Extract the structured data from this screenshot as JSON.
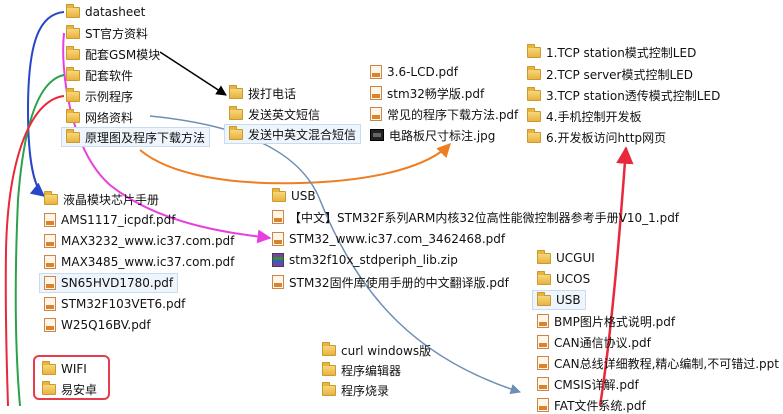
{
  "tree_root": [
    {
      "label": "datasheet",
      "icon": "folder-icon"
    },
    {
      "label": "ST官方资料",
      "icon": "folder-icon"
    },
    {
      "label": "配套GSM模块",
      "icon": "folder-icon"
    },
    {
      "label": "配套软件",
      "icon": "folder-icon"
    },
    {
      "label": "示例程序",
      "icon": "folder-icon"
    },
    {
      "label": "网络资料",
      "icon": "folder-icon"
    },
    {
      "label": "原理图及程序下载方法",
      "icon": "folder-icon"
    }
  ],
  "gsm_children": [
    {
      "label": "拨打电话",
      "icon": "folder-icon"
    },
    {
      "label": "发送英文短信",
      "icon": "folder-icon"
    },
    {
      "label": "发送中英文混合短信",
      "icon": "folder-icon"
    }
  ],
  "schematic_files": [
    {
      "label": "3.6-LCD.pdf",
      "icon": "pdf-file-icon"
    },
    {
      "label": "stm32畅学版.pdf",
      "icon": "pdf-file-icon"
    },
    {
      "label": "常见的程序下载方法.pdf",
      "icon": "pdf-file-icon"
    },
    {
      "label": "电路板尺寸标注.jpg",
      "icon": "image-file-icon"
    }
  ],
  "network_examples": [
    {
      "label": "1.TCP station模式控制LED",
      "icon": "folder-icon"
    },
    {
      "label": "2.TCP server模式控制LED",
      "icon": "folder-icon"
    },
    {
      "label": "3.TCP station透传模式控制LED",
      "icon": "folder-icon"
    },
    {
      "label": "4.手机控制开发板",
      "icon": "folder-icon"
    },
    {
      "label": "6.开发板访问http网页",
      "icon": "folder-icon"
    }
  ],
  "datasheet_files": [
    {
      "label": "液晶模块芯片手册",
      "icon": "folder-icon"
    },
    {
      "label": "AMS1117_icpdf.pdf",
      "icon": "pdf-file-icon"
    },
    {
      "label": "MAX3232_www.ic37.com.pdf",
      "icon": "pdf-file-icon"
    },
    {
      "label": "MAX3485_www.ic37.com.pdf",
      "icon": "pdf-file-icon"
    },
    {
      "label": "SN65HVD1780.pdf",
      "icon": "pdf-file-icon"
    },
    {
      "label": "STM32F103VET6.pdf",
      "icon": "pdf-file-icon"
    },
    {
      "label": "W25Q16BV.pdf",
      "icon": "pdf-file-icon"
    }
  ],
  "st_files": [
    {
      "label": "USB",
      "icon": "folder-icon"
    },
    {
      "label": "【中文】STM32F系列ARM内核32位高性能微控制器参考手册V10_1.pdf",
      "icon": "pdf-file-icon"
    },
    {
      "label": "STM32_www.ic37.com_3462468.pdf",
      "icon": "pdf-file-icon"
    },
    {
      "label": "stm32f10x_stdperiph_lib.zip",
      "icon": "zip-archive-icon"
    },
    {
      "label": "STM32固件库使用手册的中文翻译版.pdf",
      "icon": "pdf-file-icon"
    }
  ],
  "network_docs": [
    {
      "label": "UCGUI",
      "icon": "folder-icon"
    },
    {
      "label": "UCOS",
      "icon": "folder-icon"
    },
    {
      "label": "USB",
      "icon": "folder-icon"
    },
    {
      "label": "BMP图片格式说明.pdf",
      "icon": "pdf-file-icon"
    },
    {
      "label": "CAN通信协议.pdf",
      "icon": "pdf-file-icon"
    },
    {
      "label": "CAN总线详细教程,精心编制,不可错过.ppt",
      "icon": "ppt-file-icon"
    },
    {
      "label": "CMSIS详解.pdf",
      "icon": "pdf-file-icon"
    },
    {
      "label": "FAT文件系统.pdf",
      "icon": "pdf-file-icon"
    }
  ],
  "software_files": [
    {
      "label": "curl windows版",
      "icon": "folder-icon"
    },
    {
      "label": "程序编辑器",
      "icon": "folder-icon"
    },
    {
      "label": "程序烧录",
      "icon": "folder-icon"
    }
  ],
  "wifi_items": [
    {
      "label": "WIFI",
      "icon": "folder-icon"
    },
    {
      "label": "易安卓",
      "icon": "folder-icon"
    }
  ],
  "colors": {
    "arrow_datasheet": "#2a46c8",
    "arrow_st": "#e83fe0",
    "arrow_gsm": "#000000",
    "arrow_software": "#2aa24a",
    "arrow_examples": "#e8293c",
    "arrow_network": "#6d8fb5",
    "arrow_schematic": "#ef7d22",
    "wifi_box": "#e83b4e"
  }
}
